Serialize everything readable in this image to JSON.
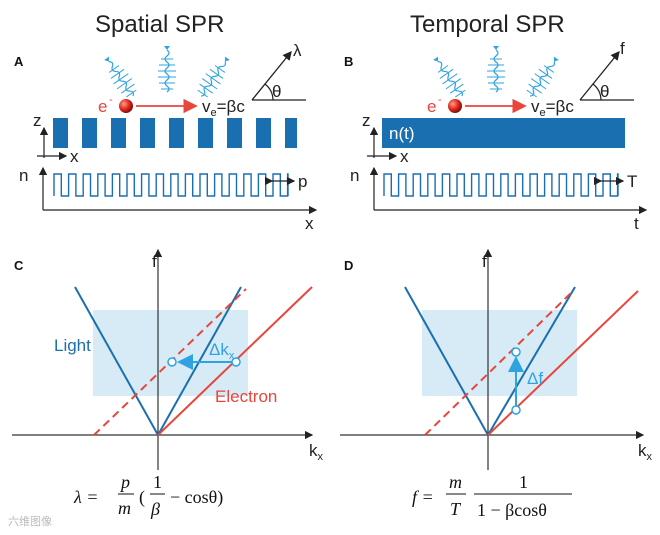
{
  "titles": {
    "left": "Spatial SPR",
    "right": "Temporal SPR"
  },
  "panels": {
    "a": "A",
    "b": "B",
    "c": "C",
    "d": "D"
  },
  "panel_a": {
    "angle_axis": "λ",
    "angle": "θ",
    "electron": "e",
    "electron_sup": "-",
    "velocity_pre": "v",
    "velocity_sub": "e",
    "velocity_post": "=βc",
    "axis_z": "z",
    "axis_x_small": "x",
    "axis_n": "n",
    "axis_x": "x",
    "period": "p"
  },
  "panel_b": {
    "angle_axis": "f",
    "angle": "θ",
    "electron": "e",
    "electron_sup": "-",
    "velocity_pre": "v",
    "velocity_sub": "e",
    "velocity_post": "=βc",
    "index_label": "n(t)",
    "axis_z": "z",
    "axis_x_small": "x",
    "axis_n": "n",
    "axis_t": "t",
    "period": "T"
  },
  "panel_c": {
    "axis_f": "f",
    "axis_kx": "k",
    "axis_kx_sub": "x",
    "light_label": "Light",
    "electron_label": "Electron",
    "delta_label": "Δk",
    "delta_sub": "x",
    "formula": {
      "lhs": "λ =",
      "p": "p",
      "m": "m",
      "one": "1",
      "beta": "β",
      "tail": "− cosθ)",
      "open": "("
    }
  },
  "panel_d": {
    "axis_f": "f",
    "axis_kx": "k",
    "axis_kx_sub": "x",
    "delta_label": "Δf",
    "formula": {
      "lhs": "f =",
      "m": "m",
      "T": "T",
      "one": "1",
      "den": "1 − βcosθ"
    }
  },
  "colors": {
    "blue": "#1a6fb0",
    "red": "#e8453c",
    "shade": "#d6ebf6",
    "accent": "#2ea3e0"
  },
  "watermark": "六维图像"
}
